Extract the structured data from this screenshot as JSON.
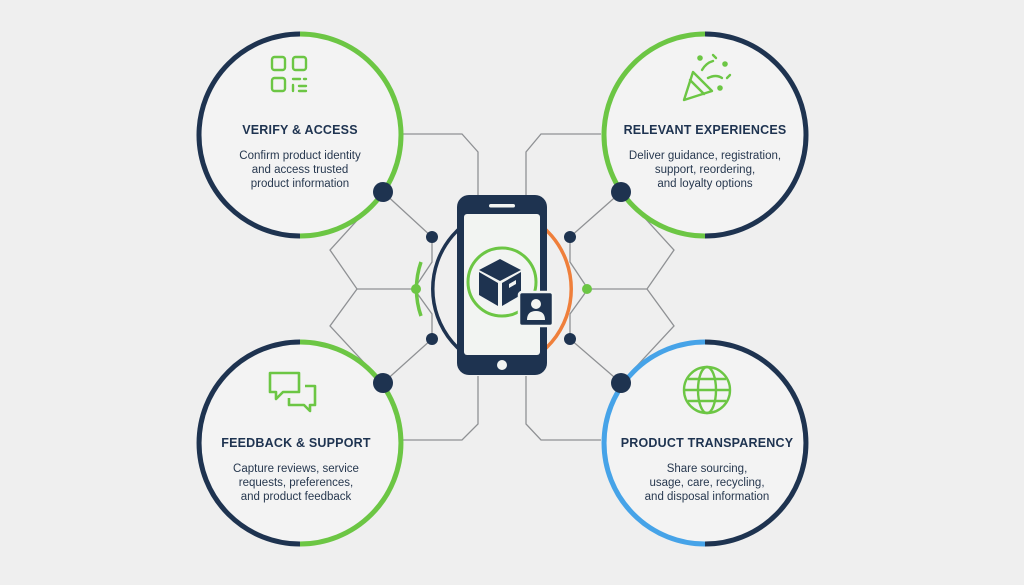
{
  "colors": {
    "navy": "#1e3350",
    "green": "#6cc644",
    "orange": "#ef7f3b",
    "blue": "#46a3e8",
    "line": "#8f9194"
  },
  "cards": {
    "verify": {
      "title": "VERIFY & ACCESS",
      "desc": [
        "Confirm product identity",
        "and access trusted",
        "product information"
      ],
      "icon": "qr-code-icon"
    },
    "experiences": {
      "title": "RELEVANT EXPERIENCES",
      "desc": [
        "Deliver guidance, registration,",
        "support, reordering,",
        "and loyalty options"
      ],
      "icon": "party-popper-icon"
    },
    "feedback": {
      "title": "FEEDBACK & SUPPORT",
      "desc": [
        "Capture reviews, service",
        "requests, preferences,",
        "and product feedback"
      ],
      "icon": "chat-bubbles-icon"
    },
    "transparency": {
      "title": "PRODUCT TRANSPARENCY",
      "desc": [
        "Share sourcing,",
        "usage, care, recycling,",
        "and disposal information"
      ],
      "icon": "globe-icon"
    }
  },
  "center": {
    "device": "smartphone-icon",
    "product": "package-box-icon",
    "user": "user-profile-icon"
  }
}
